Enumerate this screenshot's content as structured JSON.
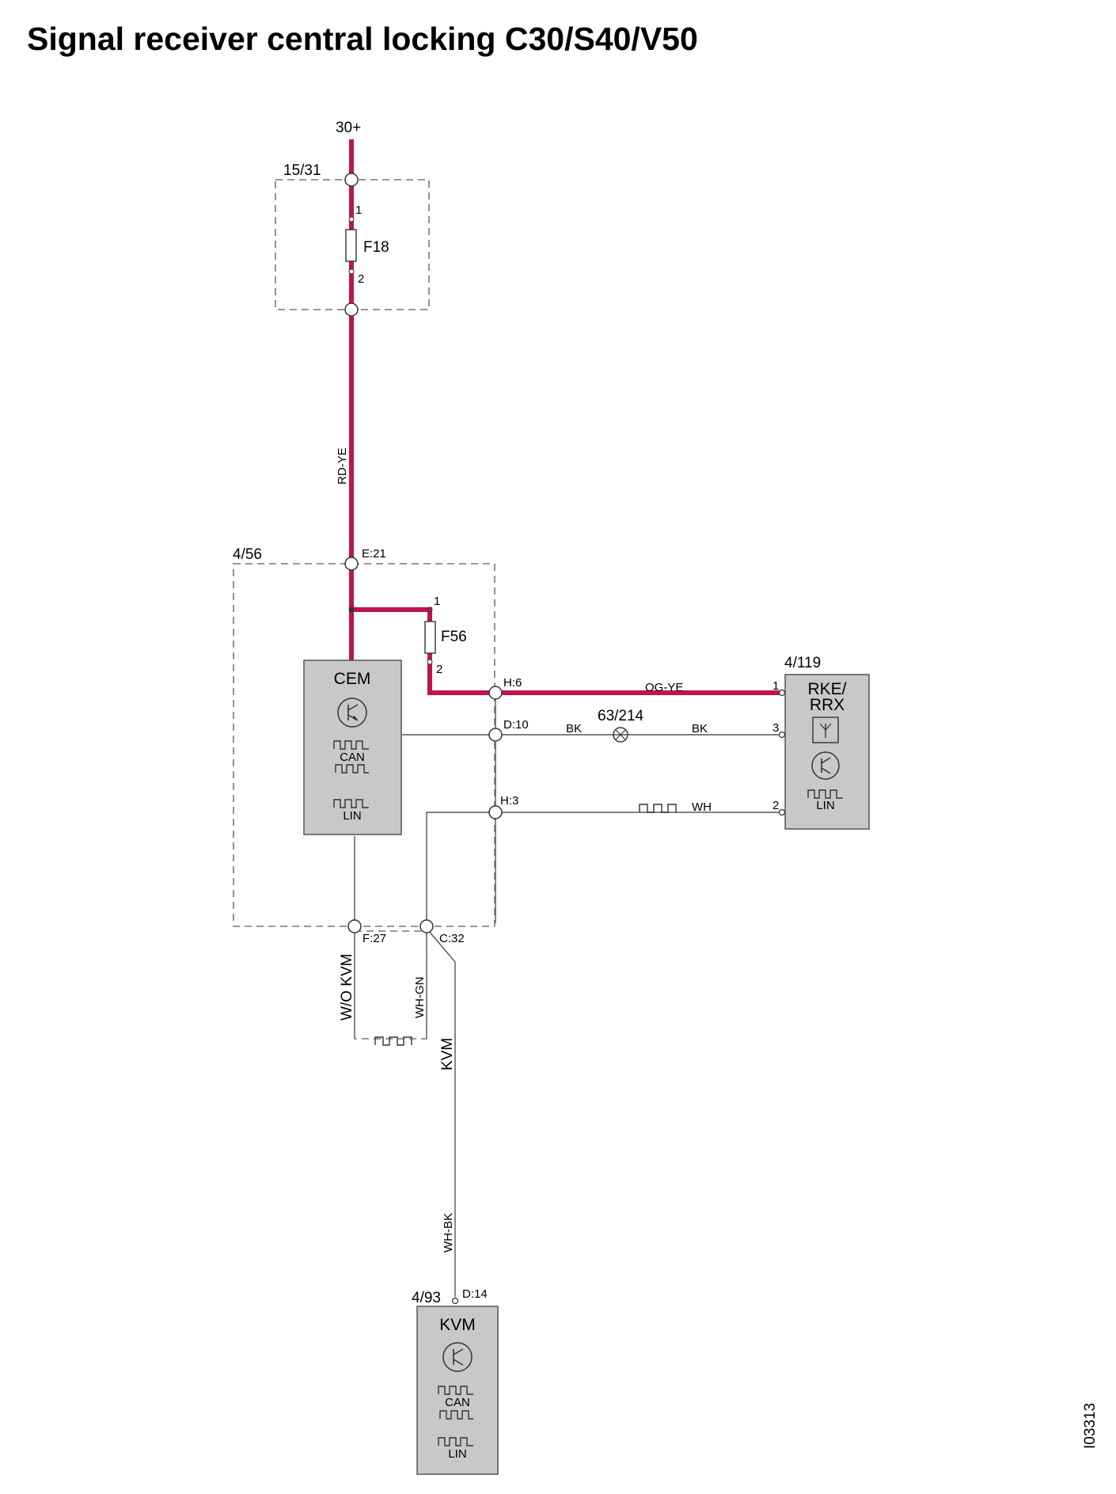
{
  "title": "Signal receiver central locking C30/S40/V50",
  "image_id": "I03313",
  "colors": {
    "power_wire": "#c0154a",
    "signal_wire": "#555555",
    "module_fill": "#c8c8c8"
  },
  "supply": {
    "label": "30+"
  },
  "fusebox": {
    "label": "15/31",
    "fuse": "F18",
    "pin_in": "1",
    "pin_out": "2"
  },
  "wire_rd_ye": "RD-YE",
  "cem_box": {
    "label": "4/56",
    "connector_e": "E:21",
    "fuse": "F56",
    "fuse_pin_in": "1",
    "fuse_pin_out": "2",
    "module": {
      "name": "CEM",
      "can": "CAN",
      "lin": "LIN",
      "transistor_icon": "transistor-icon"
    },
    "conn_h6": "H:6",
    "conn_d10": "D:10",
    "conn_h3": "H:3",
    "conn_f27": "F:27",
    "conn_c32": "C:32"
  },
  "wires": {
    "og_ye": "OG-YE",
    "bk_left": "BK",
    "bk_right": "BK",
    "wh": "WH",
    "wo_kvm": "W/O KVM",
    "wh_gn": "WH-GN",
    "kvm": "KVM",
    "wh_bk": "WH-BK"
  },
  "ground_point": {
    "label": "63/214"
  },
  "rke": {
    "label": "4/119",
    "name_line1": "RKE/",
    "name_line2": "RRX",
    "pin1": "1",
    "pin3": "3",
    "pin2": "2",
    "lin": "LIN",
    "antenna_icon": "antenna-icon",
    "transistor_icon": "transistor-icon"
  },
  "kvm_module": {
    "label": "4/93",
    "connector": "D:14",
    "name": "KVM",
    "can": "CAN",
    "lin": "LIN",
    "transistor_icon": "transistor-icon"
  }
}
